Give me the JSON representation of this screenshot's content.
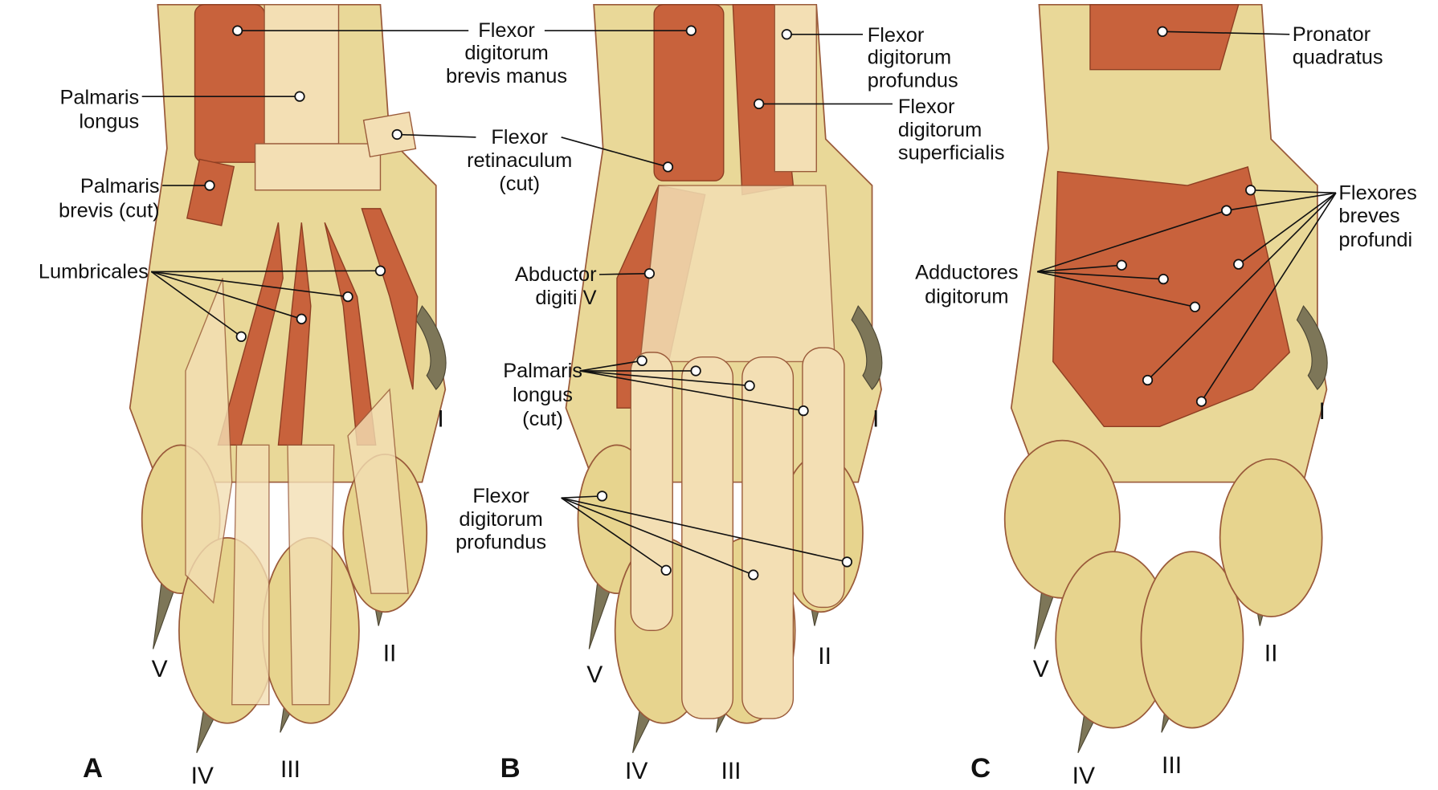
{
  "panels": {
    "A": {
      "letter": "A",
      "labels": {
        "fdbm": [
          "Flexor",
          "digitorum",
          "brevis manus"
        ],
        "palmaris_longus": [
          "Palmaris",
          "longus"
        ],
        "flexor_retinaculum": [
          "Flexor",
          "retinaculum",
          "(cut)"
        ],
        "palmaris_brevis": [
          "Palmaris",
          "brevis (cut)"
        ],
        "lumbricales": [
          "Lumbricales"
        ]
      },
      "digits": [
        "I",
        "II",
        "III",
        "IV",
        "V"
      ]
    },
    "B": {
      "letter": "B",
      "labels": {
        "fdp_top": [
          "Flexor",
          "digitorum",
          "profundus"
        ],
        "fds": [
          "Flexor",
          "digitorum",
          "superficialis"
        ],
        "abductor": [
          "Abductor",
          "digiti V"
        ],
        "palmaris_longus_cut": [
          "Palmaris",
          "longus",
          "(cut)"
        ],
        "fdp_bottom": [
          "Flexor",
          "digitorum",
          "profundus"
        ]
      },
      "digits": [
        "I",
        "II",
        "III",
        "IV",
        "V"
      ]
    },
    "C": {
      "letter": "C",
      "labels": {
        "pronator": [
          "Pronator",
          "quadratus"
        ],
        "flexores": [
          "Flexores",
          "breves",
          "profundi"
        ],
        "adductores": [
          "Adductores",
          "digitorum"
        ]
      },
      "digits": [
        "I",
        "II",
        "III",
        "IV",
        "V"
      ]
    }
  },
  "colors": {
    "muscle": "#c8623c",
    "skin": "#e9d898",
    "tendon": "#f3dfb4",
    "claw": "#7d7658"
  }
}
